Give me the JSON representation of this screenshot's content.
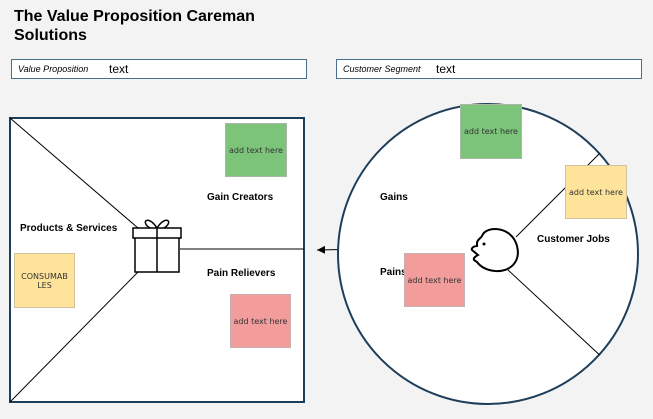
{
  "title": "The Value Proposition Careman Solutions",
  "value_proposition": {
    "label": "Value Proposition",
    "value": "text"
  },
  "customer_segment": {
    "label": "Customer Segment",
    "value": "text"
  },
  "square": {
    "products_services": "Products & Services",
    "gain_creators": "Gain Creators",
    "pain_relievers": "Pain Relievers"
  },
  "circle": {
    "gains": "Gains",
    "pains": "Pains",
    "customer_jobs": "Customer Jobs"
  },
  "notes": {
    "gain_creators_note": "add text here",
    "pain_relievers_note": "add text here",
    "products_note": "CONSUMABLES",
    "gains_note": "add text here",
    "pains_note": "add text here",
    "jobs_note": "add text here"
  },
  "colors": {
    "frame": "#1f3e5a",
    "green_note": "#7dc47b",
    "red_note": "#f29c9c",
    "yellow_note": "#fde49a"
  }
}
